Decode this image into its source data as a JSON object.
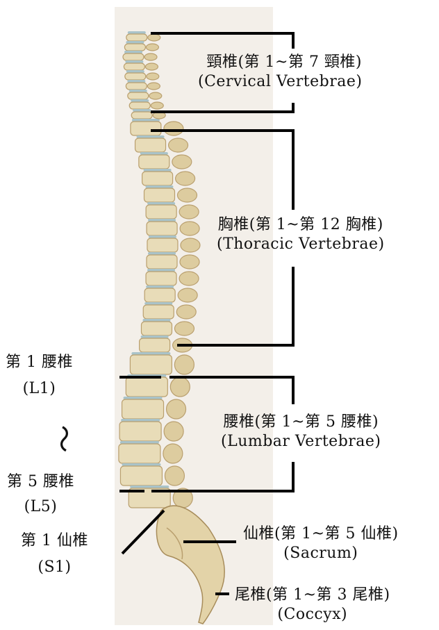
{
  "regions": {
    "cervical": {
      "name_jp": "頸椎(第 1~第 7 頸椎)",
      "name_en": "(Cervical Vertebrae)"
    },
    "thoracic": {
      "name_jp": "胸椎(第 1~第 12 胸椎)",
      "name_en": "(Thoracic Vertebrae)"
    },
    "lumbar": {
      "name_jp": "腰椎(第 1~第 5 腰椎)",
      "name_en": "(Lumbar Vertebrae)"
    },
    "sacrum": {
      "name_jp": "仙椎(第 1~第 5 仙椎)",
      "name_en": "(Sacrum)"
    },
    "coccyx": {
      "name_jp": "尾椎(第 1~第 3 尾椎)",
      "name_en": "(Coccyx)"
    }
  },
  "markers": {
    "l1": {
      "name_jp": "第 1 腰椎",
      "code": "(L1)"
    },
    "range_symbol": "〜",
    "l5": {
      "name_jp": "第 5 腰椎",
      "code": "(L5)"
    },
    "s1": {
      "name_jp": "第 1 仙椎",
      "code": "(S1)"
    }
  },
  "colors": {
    "bone": "#e8dcb8",
    "bone_shadow": "#b99f6e",
    "disc": "#a9c3c9",
    "background_panel": "#f3efe9",
    "line": "#000000"
  }
}
